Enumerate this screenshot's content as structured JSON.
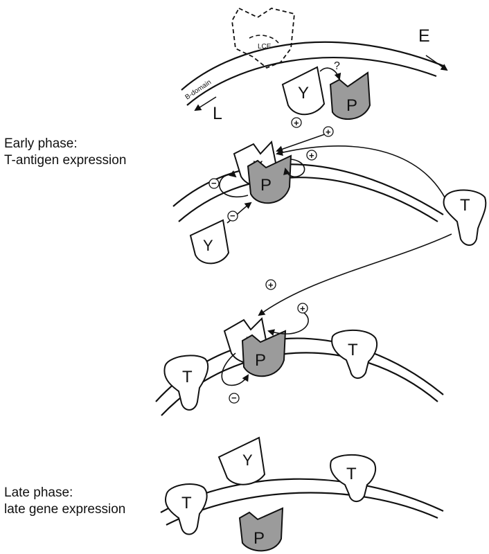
{
  "labels": {
    "early_phase_title": "Early phase:",
    "early_phase_sub": "T-antigen expression",
    "late_phase_title": "Late phase:",
    "late_phase_sub": "late gene expression",
    "lce": "LCE",
    "b_domain": "B-domain",
    "direction_early": "E",
    "direction_late": "L",
    "question": "?",
    "plus": "+",
    "minus": "−"
  },
  "proteins": {
    "y": "Y",
    "p": "P",
    "t": "T"
  },
  "colors": {
    "line": "#111111",
    "p_fill": "#9b9b9b",
    "white_fill": "#ffffff"
  }
}
